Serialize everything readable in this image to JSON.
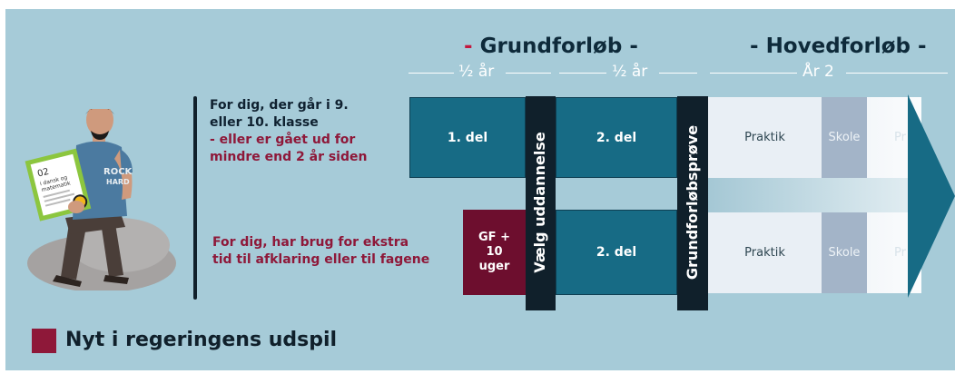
{
  "headers": {
    "grundforloeb": "Grundforløb",
    "hovedforloeb": "Hovedforløb",
    "dash": "-"
  },
  "durations": [
    "½ år",
    "½ år",
    "År 2"
  ],
  "rows": {
    "top": {
      "text_line1": "For dig, der går i 9.",
      "text_line2": "eller 10. klasse",
      "text_red1": "- eller er gået ud for",
      "text_red2": "mindre end 2 år siden",
      "part1": "1. del",
      "part2": "2. del",
      "praktik": "Praktik",
      "skole": "Skole",
      "faded": "Pr"
    },
    "bottom": {
      "text_red1": "For dig, har brug for ekstra",
      "text_red2": "tid til afklaring eller til fagene",
      "gf_line1": "GF +",
      "gf_line2": "10",
      "gf_line3": "uger",
      "part2": "2. del",
      "praktik": "Praktik",
      "skole": "Skole",
      "faded": "Pr"
    }
  },
  "vertical_labels": {
    "choose": "Vælg uddannelse",
    "exam": "Grundforløbsprøve"
  },
  "certificate": {
    "number": "02",
    "line1": "i dansk og",
    "line2": "matematik"
  },
  "shirt_text": {
    "line1": "ROCK",
    "line2": "HARD"
  },
  "legend": {
    "label": "Nyt i regeringens udspil",
    "color": "#8e1839"
  },
  "colors": {
    "background": "#a6cbd8",
    "teal": "#176b85",
    "dark": "#10202b",
    "new": "#6d0e2e",
    "accent_red": "#c3183e"
  }
}
